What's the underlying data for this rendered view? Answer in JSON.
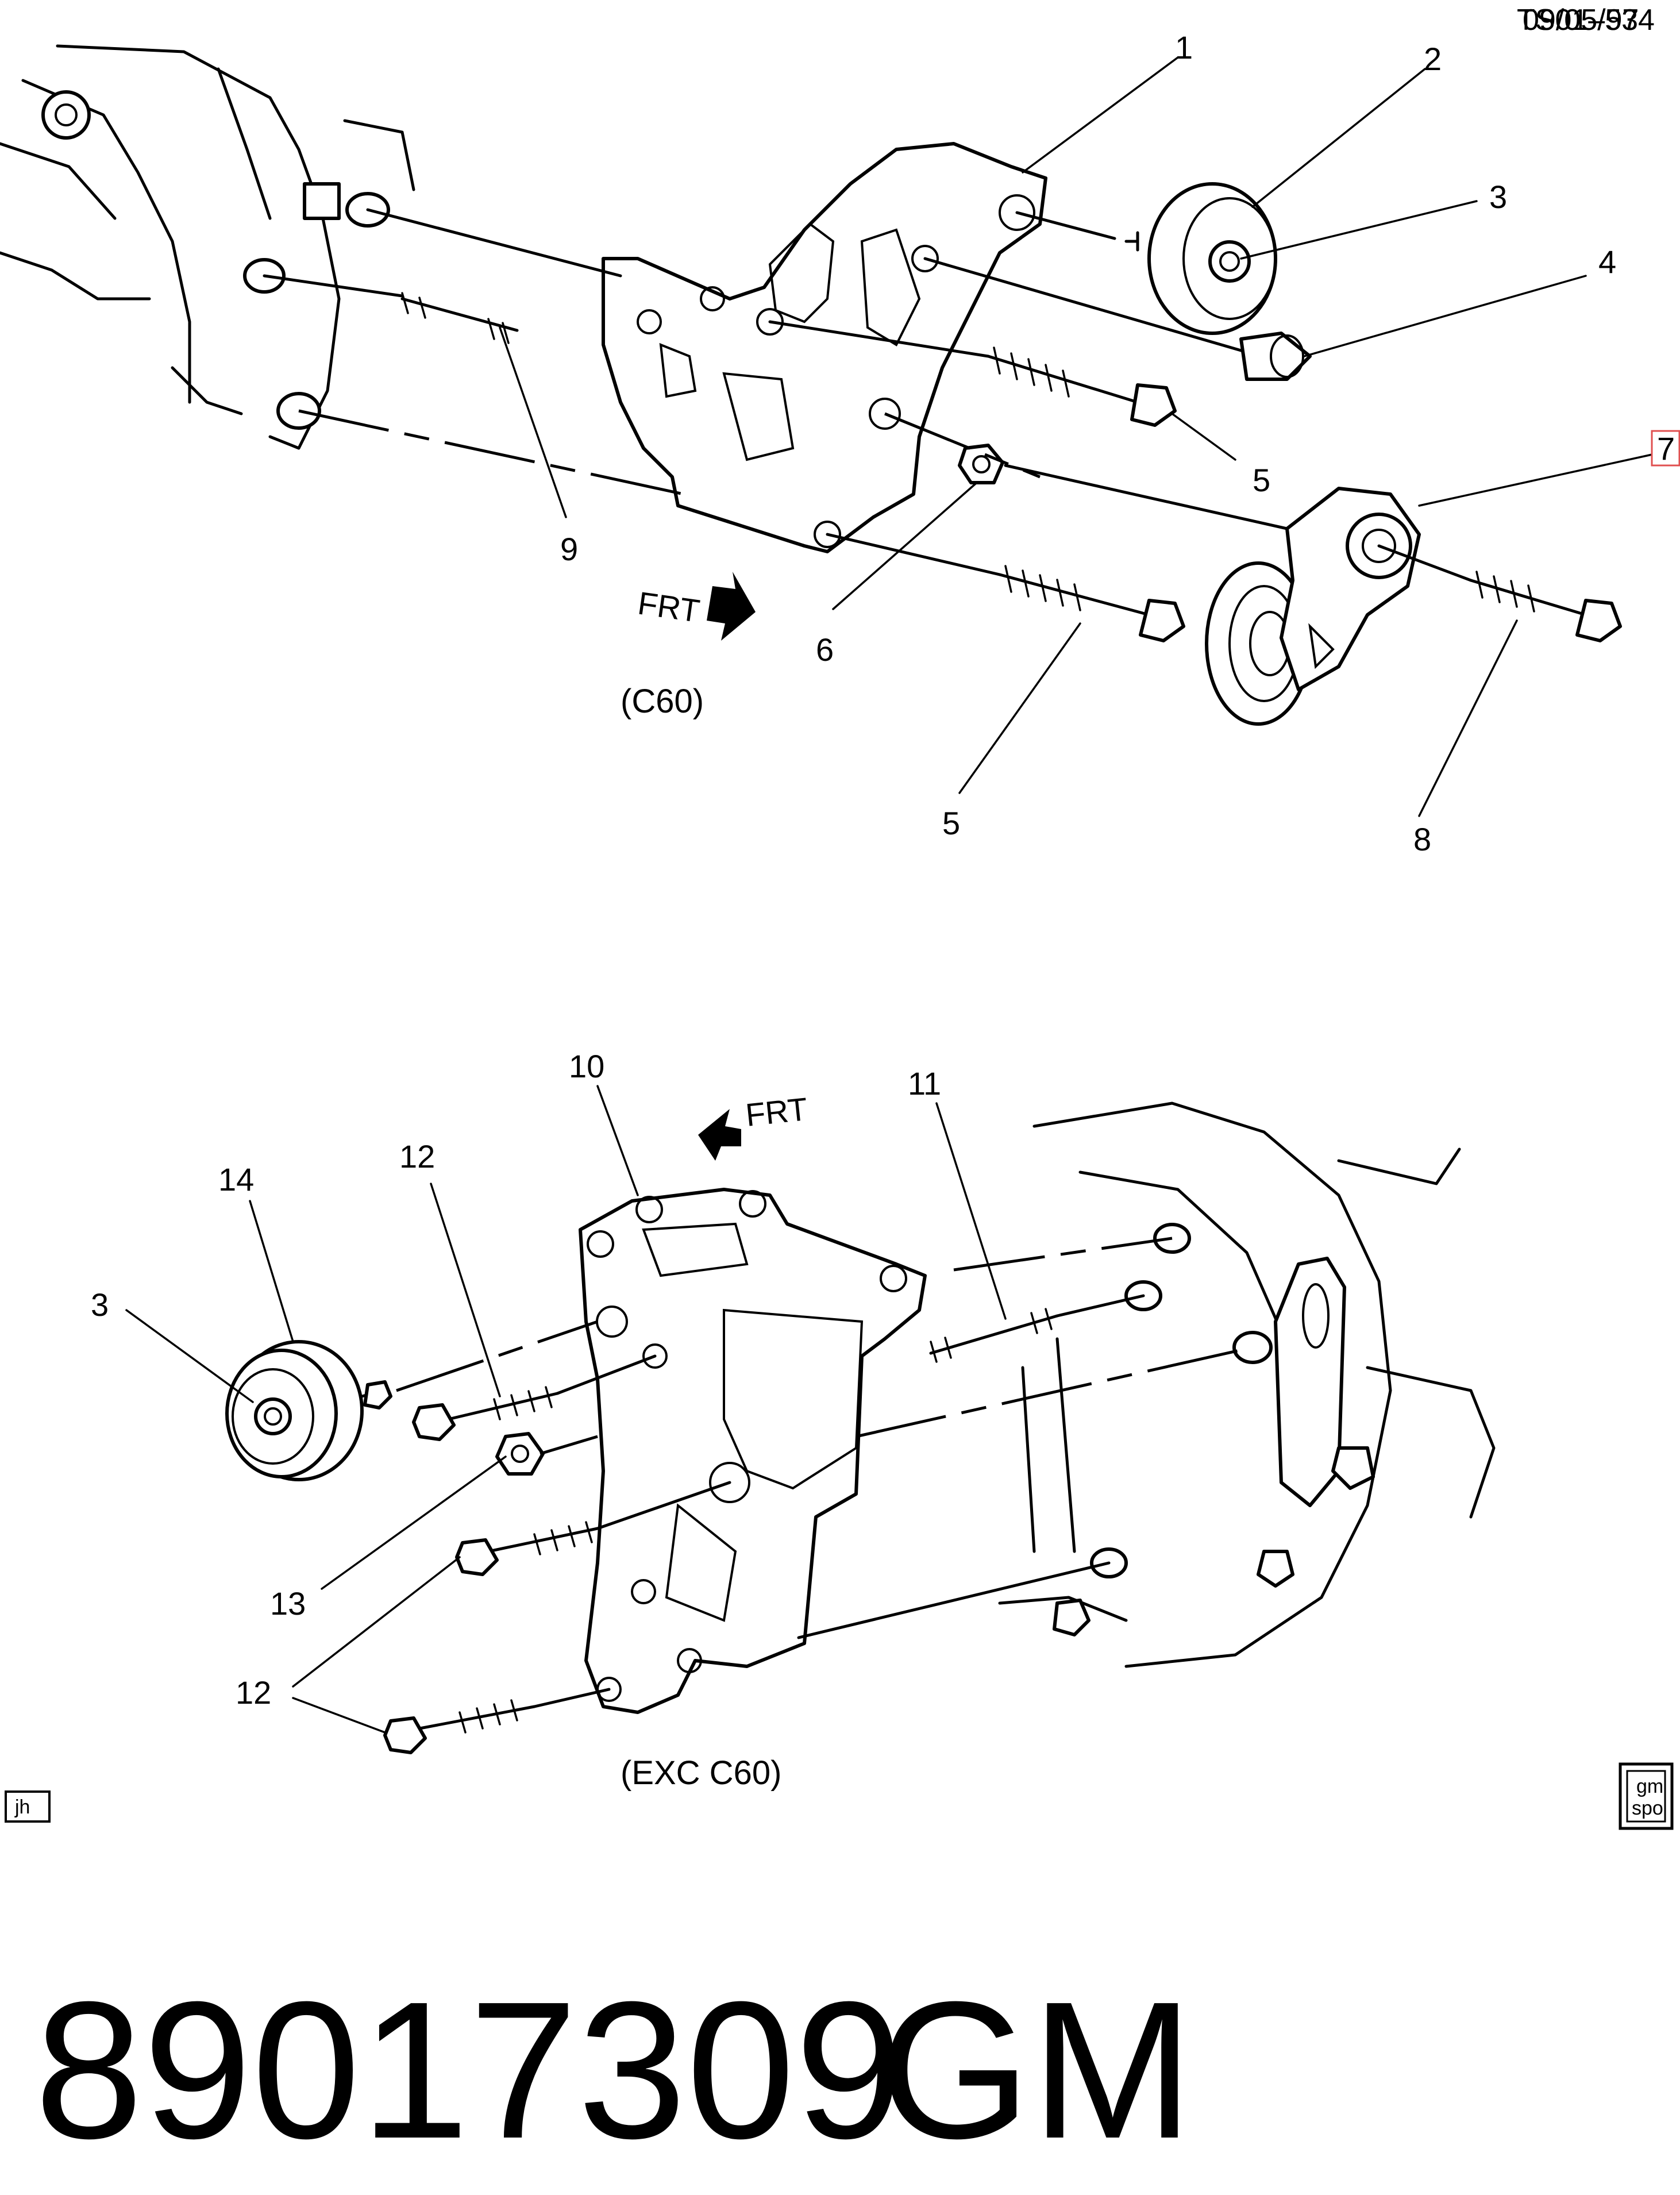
{
  "header": {
    "ref": "TS01–534",
    "date": "09/05/97"
  },
  "top_view": {
    "caption": "(C60)",
    "frt_label": "FRT",
    "callouts": [
      "1",
      "2",
      "3",
      "4",
      "5",
      "5",
      "6",
      "7",
      "8",
      "9"
    ]
  },
  "bottom_view": {
    "caption": "(EXC C60)",
    "frt_label": "FRT",
    "callouts": [
      "10",
      "11",
      "12",
      "12",
      "13",
      "14",
      "3"
    ]
  },
  "corner_tag": "jh",
  "logo": {
    "line1": "gm",
    "line2": "spo"
  },
  "footer": {
    "part_number": "89017309",
    "brand": "GM"
  }
}
